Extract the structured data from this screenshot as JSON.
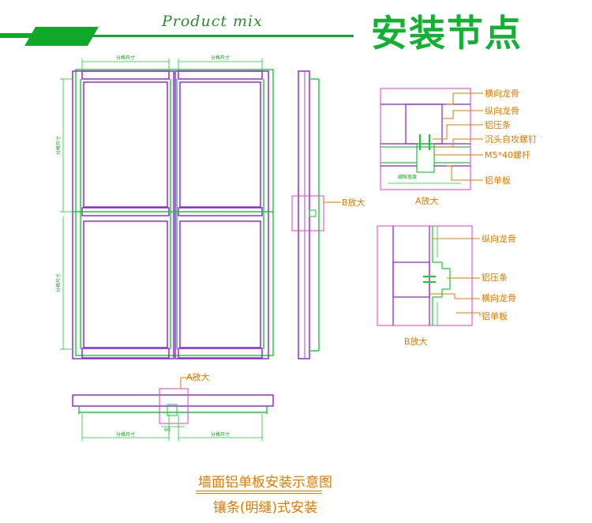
{
  "header": {
    "subtitle": "Product mix",
    "title": "安装节点"
  },
  "colors": {
    "brand_green": "#13b032",
    "frame_purple": "#8a1fd6",
    "line_green": "#1ac93a",
    "callout_orange": "#e07b00",
    "zoom_box": "#e040c0"
  },
  "elevation": {
    "dim_top_left": "分格尺寸",
    "dim_top_right": "分格尺寸",
    "dim_side_upper": "分格尺寸",
    "dim_side_lower": "分格尺寸",
    "callout_b": "B放大"
  },
  "plan": {
    "callout_a": "A放大",
    "dim_gap": "60",
    "dim_left": "分格尺寸",
    "dim_right": "分格尺寸"
  },
  "detail_a": {
    "labels": [
      "横向龙骨",
      "纵向龙骨",
      "铝压条",
      "沉头自攻螺钉",
      "M5*40螺杆",
      "铝单板"
    ],
    "inner_dim": "缝隙宽度",
    "title": "A放大"
  },
  "detail_b": {
    "labels": [
      "纵向龙骨",
      "铝压条",
      "横向龙骨",
      "铝单板"
    ],
    "title": "B放大"
  },
  "caption": {
    "line1": "墙面铝单板安装示意图",
    "line2": "镶条(明缝)式安装"
  }
}
